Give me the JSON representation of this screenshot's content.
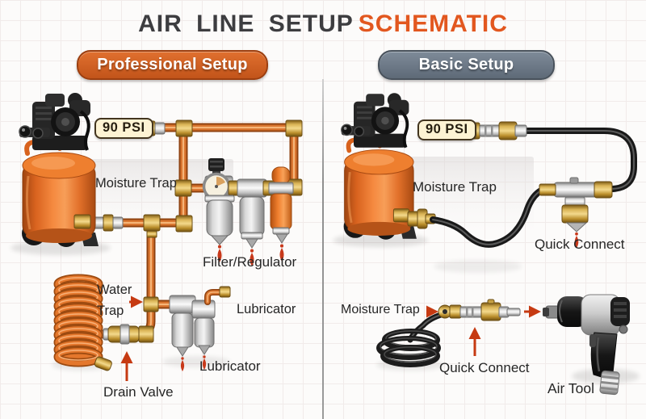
{
  "title": {
    "main": "AIR LINE SETUP",
    "accent": "SCHEMATIC"
  },
  "professional_panel": {
    "header": "Professional Setup",
    "psi_badge": "90 PSI",
    "moisture_trap": "Moisture Trap",
    "filter_regulator": "Filter/Regulator",
    "water_trap": "Water Trap",
    "lubricator_upper": "Lubricator",
    "lubricator_lower": "Lubricator",
    "drain_valve": "Drain Valve"
  },
  "basic_panel": {
    "header": "Basic Setup",
    "psi_badge": "90 PSI",
    "moisture_trap_upper": "Moisture Trap",
    "quick_connect_upper": "Quick Connect",
    "moisture_trap_lower": "Moisture Trap",
    "quick_connect_lower": "Quick Connect",
    "air_tool": "Air Tool"
  },
  "colors": {
    "accent_orange": "#e2571f",
    "title_dark": "#3d3d40",
    "header_professional": "#cc5d1f",
    "header_basic": "#6b7887",
    "psi_badge_bg": "#fdf3d3",
    "arrow_red": "#c63a12",
    "pipe_copper": "#d9742e",
    "tank_orange": "#e86f28"
  }
}
